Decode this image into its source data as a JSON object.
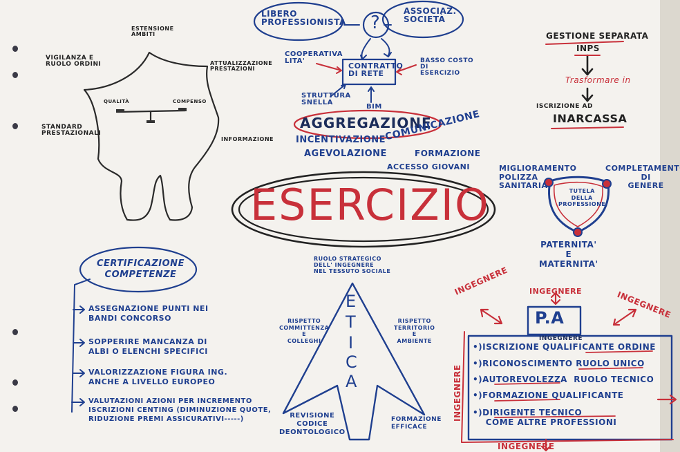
{
  "palette": {
    "blue": "#1f3f8f",
    "navy": "#1b2c5a",
    "red": "#c8303a",
    "paper": "#f4f2ee"
  },
  "top": {
    "libero": "LIBERO\nPROFESSIONISTA",
    "question": "?",
    "associaz": "ASSOCIAZ.\nSOCIETÀ",
    "cooperativa": "COOPERATIVA\nLITA'",
    "contratto": "CONTRATTO\nDI RETE",
    "basso": "BASSO COSTO\nDI\nESERCIZIO",
    "struttura": "STRUTTURA\nSNELLA",
    "bim": "BIM",
    "aggregazione": "AGGREGAZIONE",
    "incentivazione": "INCENTIVAZIONE",
    "agevolazione": "AGEVOLAZIONE",
    "comunicazione": "COMUNICAZIONE",
    "formazione": "FORMAZIONE",
    "accesso": "ACCESSO GIOVANI"
  },
  "left": {
    "estensione": "ESTENSIONE\nAMBITI",
    "vigilanza": "VIGILANZA E\nRUOLO ORDINI",
    "attualizzazione": "ATTUALIZZAZIONE\nPRESTAZIONI",
    "qualita": "QUALITÀ",
    "compenso": "COMPENSO",
    "standard": "STANDARD\nPRESTAZIONALI",
    "informazione": "INFORMAZIONE"
  },
  "right": {
    "gestione": "GESTIONE SEPARATA",
    "inps": "INPS",
    "trasformare": "Trasformare in",
    "iscrizione": "ISCRIZIONE AD",
    "inarcassa": "INARCASSA",
    "miglioramento": "MIGLIORAMENTO\nPOLIZZA\nSANITARIA",
    "completamento": "COMPLETAMENTO\nDI\nGENERE",
    "tutela": "TUTELA\nDELLA\nPROFESSIONE",
    "paternita": "PATERNITA'\nE\nMATERNITA'"
  },
  "center": {
    "esercizio": "ESERCIZIO"
  },
  "certificazione": {
    "title": "CERTIFICAZIONE\nCOMPETENZE",
    "items": [
      "ASSEGNAZIONE PUNTI NEI\nBANDI CONCORSO",
      "SOPPERIRE MANCANZA DI\nALBI O ELENCHI SPECIFICI",
      "VALORIZZAZIONE FIGURA ING.\nANCHE A LIVELLO EUROPEO",
      "VALUTAZIONI AZIONI PER INCREMENTO\nISCRIZIONI CENTING (DIMINUZIONE QUOTE,\nRIDUZIONE PREMI ASSICURATIVI-----)"
    ]
  },
  "etica": {
    "ruolo": "RUOLO STRATEGICO\nDELL' INGEGNERE\nNEL TESSUTO SOCIALE",
    "letters": [
      "E",
      "T",
      "I",
      "C",
      "A"
    ],
    "rispetto_comm": "RISPETTO\nCOMMITTENZA\nE\nCOLLEGHI",
    "rispetto_terr": "RISPETTO\nTERRITORIO\nE\nAMBIENTE",
    "revisione": "REVISIONE\nCODICE\nDEONTOLOGICO",
    "formazione": "FORMAZIONE\nEFFICACE"
  },
  "pa": {
    "title": "P.A",
    "ingegnere": "INGEGNERE",
    "sub": "INGEGNERE",
    "items": [
      "•)ISCRIZIONE QUALIFICANTE ORDINE",
      "•)RICONOSCIMENTO RUOLO UNICO",
      "•)AUTOREVOLEZZA  RUOLO TECNICO",
      "•)FORMAZIONE QUALIFICANTE",
      "•)DIRIGENTE TECNICO\n    COME ALTRE PROFESSIONI"
    ]
  }
}
